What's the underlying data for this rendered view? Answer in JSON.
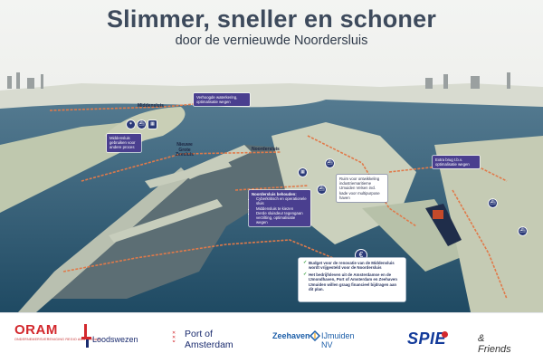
{
  "header": {
    "title": "Slimmer, sneller en schoner",
    "subtitle": "door de vernieuwde Noordersluis"
  },
  "labels": {
    "middensluis": "Middensluis",
    "nieuwe_grote_zeesluis": "Nieuwe Grote Zeesluis",
    "noordersluis": "Noordersluis"
  },
  "callouts": {
    "verhoogde": "Verhoogde waterkering, optimalisatie wegen",
    "middensluis_gebruik": "Middensluis gebruiken voor andere proces",
    "noordersluis_behouden_head": "Noordersluis behouden:",
    "noordersluis_behouden_items": [
      "Cyberkritisch en operationele sluis",
      "Middensluis te kiezen",
      "Derde sluisdeur tegengaan verzilting, optimalisatie wegen"
    ],
    "ruimte": "Ruim voor ontwikkeling industriemaritieme IJmuiden Velsen incl. kade voor multipurpose haven",
    "extra_brug": "Extra brug t.b.v. optimalisatie wegen"
  },
  "icons": {
    "wind": "wind-turbine-icon",
    "ship": "ship-icon",
    "building": "building-icon",
    "euro": "euro-icon"
  },
  "info": {
    "euro_symbol": "€",
    "check": "✓",
    "items": [
      "Budget voor de renovatie van de Middensluis wordt vrijgesteld voor de Noordersluis",
      "Het bedrijfsleven uit de Amsterdamse en de IJmondhaven, Port of Amsterdam en Zeehaven IJmuiden willen graag financieel bijdragen aan dit plan."
    ]
  },
  "logos": {
    "oram": "ORAM",
    "oram_sub": "ONDERNEMERSVERENIGING REGIO AMSTERDAM",
    "loodswezen": "Loodswezen",
    "port_line1": "Port of",
    "port_line2": "Amsterdam",
    "zeehaven": "Zeehaven",
    "ijmuiden": "IJmuiden NV",
    "spie": "SPIE",
    "friends": "& Friends"
  },
  "colors": {
    "water": "#2f5d78",
    "land": "#c9cfb6",
    "route": "#e07a4a",
    "callout": "#4a3f8f",
    "title": "#3d4a5c"
  }
}
